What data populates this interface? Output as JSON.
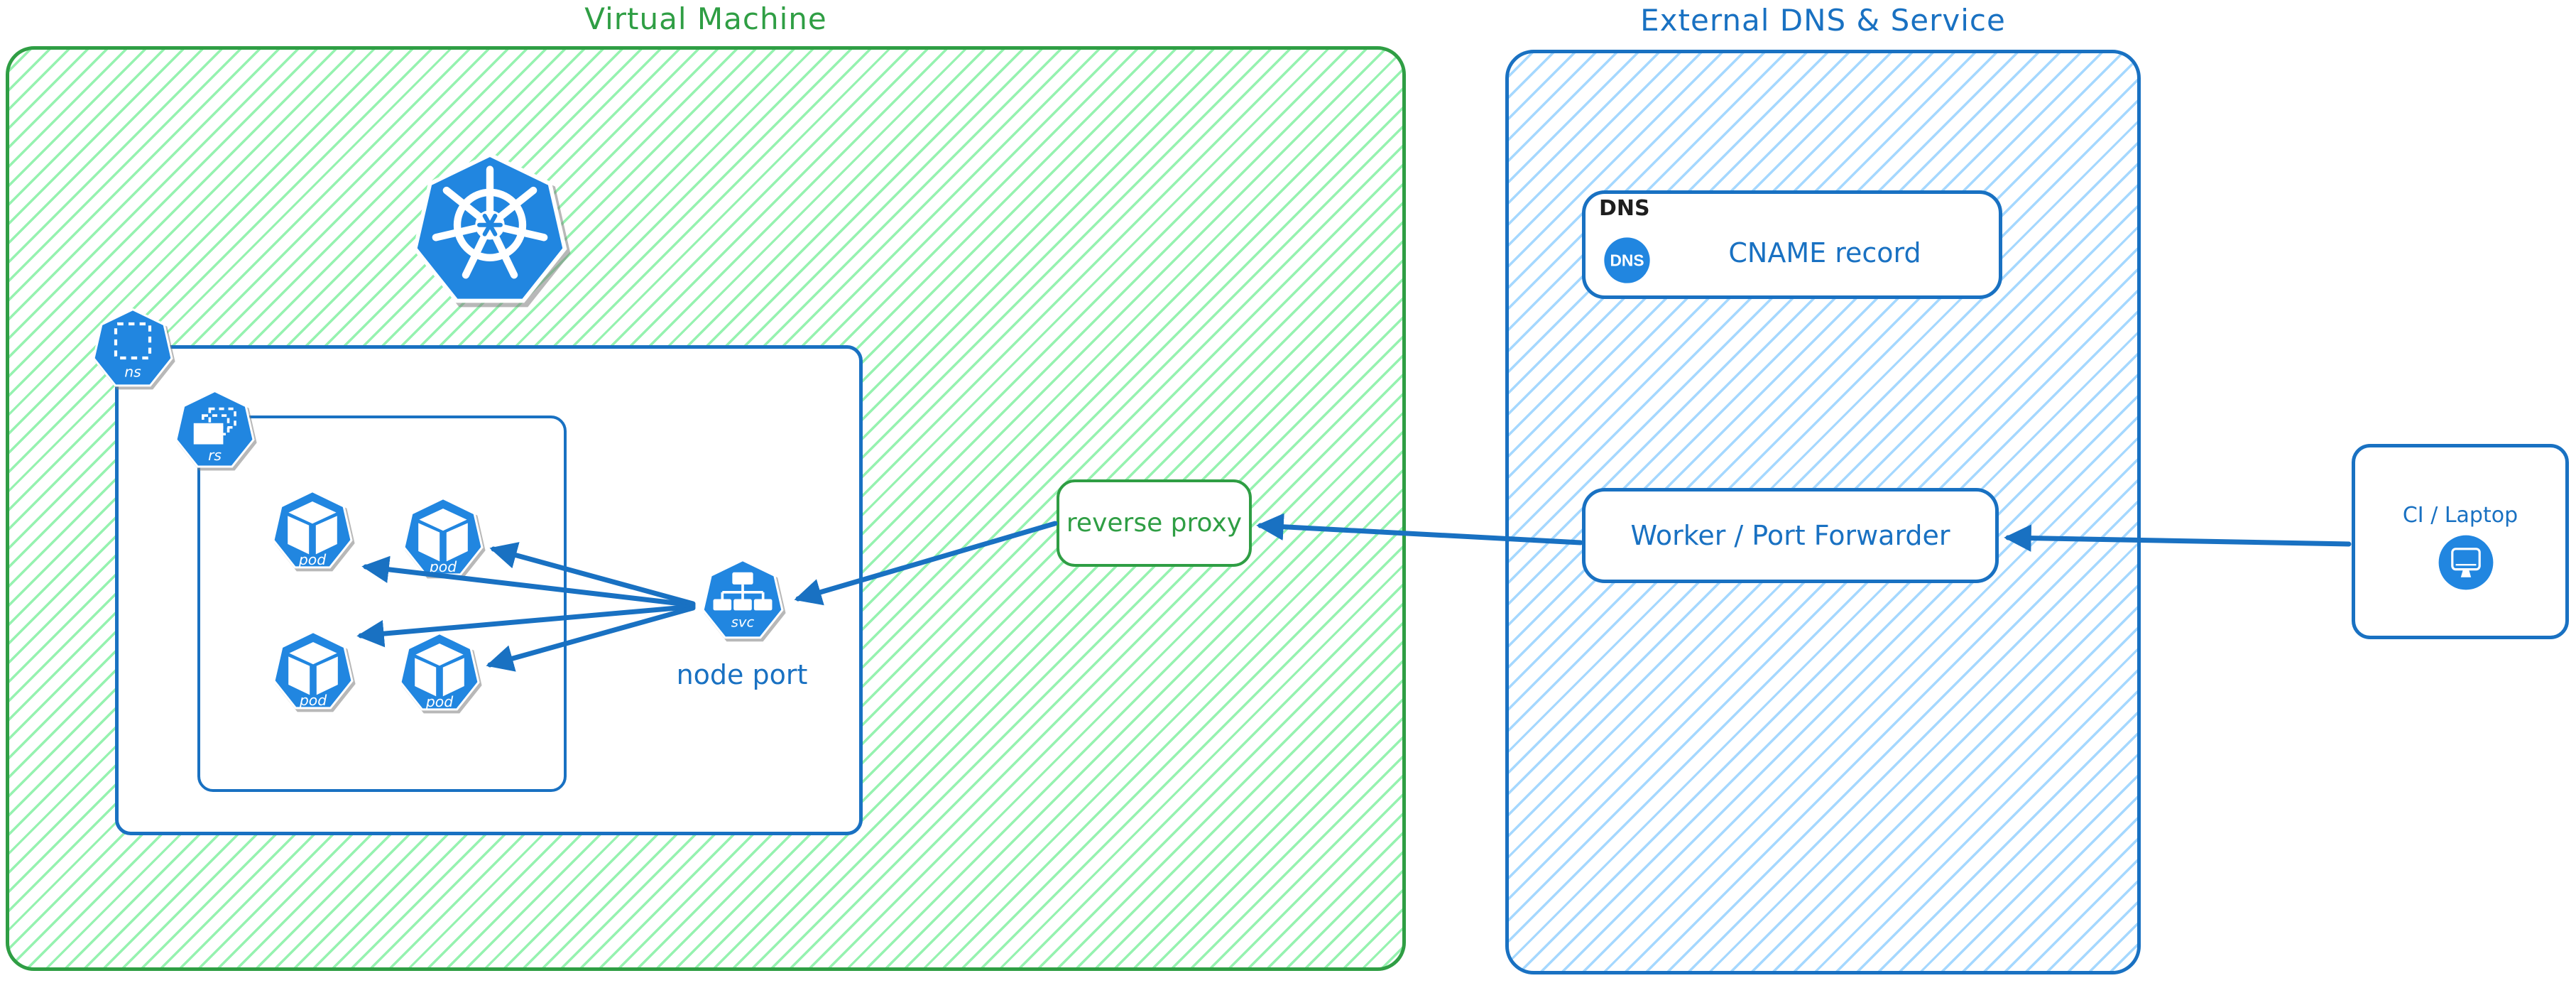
{
  "titles": {
    "vm": "Virtual Machine",
    "external": "External DNS & Service"
  },
  "icons": {
    "kubernetes": {
      "name": "kubernetes-logo"
    },
    "namespace": {
      "label": "ns"
    },
    "replicaset": {
      "label": "rs"
    },
    "pod1": {
      "label": "pod"
    },
    "pod2": {
      "label": "pod"
    },
    "pod3": {
      "label": "pod"
    },
    "pod4": {
      "label": "pod"
    },
    "service": {
      "label": "svc"
    },
    "dns_circle": {
      "label": "DNS"
    }
  },
  "labels": {
    "node_port": "node port",
    "reverse_proxy": "reverse proxy",
    "dns_tag": "DNS",
    "cname_record": "CNAME record",
    "worker": "Worker / Port Forwarder",
    "ci_laptop": "CI / Laptop"
  },
  "colors": {
    "green": "#2f9e44",
    "green_hatch": "#96f2b0",
    "blue": "#1971c2",
    "blue_hatch": "#a5d8ff",
    "icon_blue": "#2186e0",
    "dns_black": "#1e1e1e"
  }
}
